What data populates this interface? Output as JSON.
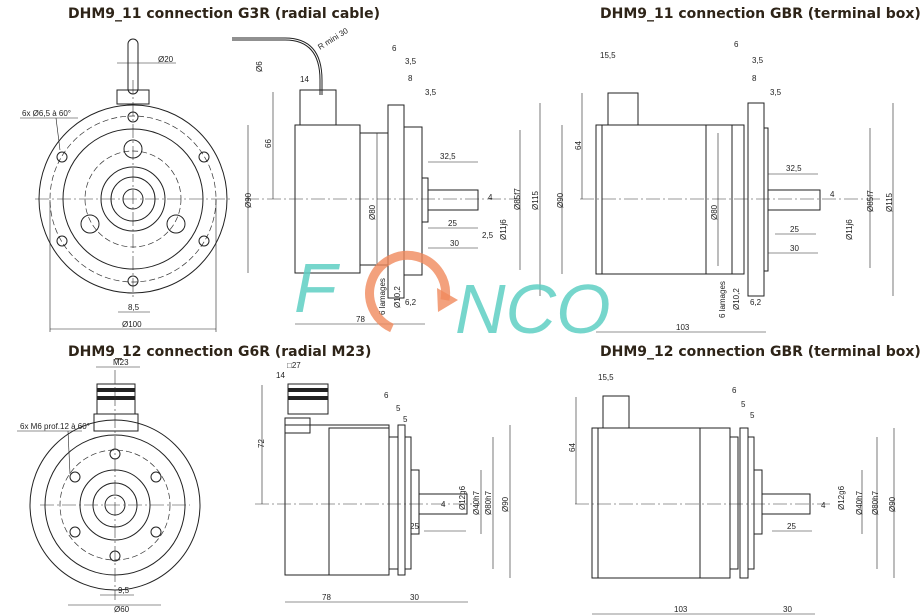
{
  "panels": {
    "a_title": "DHM9_11 connection G3R (radial cable)",
    "c_title": "DHM9_11 connection GBR (terminal box)",
    "d_title": "DHM9_12 connection G6R (radial M23)",
    "f_title": "DHM9_12 connection GBR (terminal box)"
  },
  "g3r_front": {
    "cable_dia": "Ø20",
    "holes": "6x Ø6,5 à 60°",
    "key": "8,5",
    "dia": "Ø100"
  },
  "g3r_side": {
    "cable": "Ø6",
    "bend": "R mini 30",
    "gland": "14",
    "d6": "6",
    "d35a": "3,5",
    "d8": "8",
    "d35b": "3,5",
    "h66": "66",
    "d90": "Ø90",
    "d80": "Ø80",
    "l325": "32,5",
    "d85": "Ø85f7",
    "d115": "Ø115",
    "k4": "4",
    "d11": "Ø11j6",
    "l25": "25",
    "l30": "30",
    "l25b": "2,5",
    "lamages": "6 lamages",
    "d102": "Ø10,2",
    "l62": "6,2",
    "l78": "78"
  },
  "gbr11_side": {
    "box": "15,5",
    "d6": "6",
    "d35a": "3,5",
    "d8": "8",
    "d35b": "3,5",
    "h64": "64",
    "d90": "Ø90",
    "d80": "Ø80",
    "l325": "32,5",
    "k4": "4",
    "d85": "Ø85f7",
    "d115": "Ø115",
    "d11": "Ø11j6",
    "l25": "25",
    "l30": "30",
    "lamages": "6 lamages",
    "d102": "Ø10,2",
    "l62": "6,2",
    "l103": "103"
  },
  "g6r_front": {
    "conn": "M23",
    "holes": "6x M6 prof.12 à 60°",
    "key": "9,5",
    "dia": "Ø60"
  },
  "g6r_side": {
    "sq": "□27",
    "l14": "14",
    "h72": "72",
    "d6": "6",
    "d5a": "5",
    "d5b": "5",
    "d12": "Ø12g6",
    "k4": "4",
    "d40": "Ø40h7",
    "d80": "Ø80h7",
    "d90": "Ø90",
    "l25": "25",
    "l78": "78",
    "l30": "30"
  },
  "gbr12_side": {
    "box": "15,5",
    "d6": "6",
    "d5a": "5",
    "d5b": "5",
    "h64": "64",
    "d12": "Ø12g6",
    "k4": "4",
    "d40": "Ø40h7",
    "d80": "Ø80h7",
    "d90": "Ø90",
    "l25": "25",
    "l103": "103",
    "l30": "30"
  },
  "watermark": {
    "text_f": "F",
    "text_nco": "NCO",
    "logo": "FENCO",
    "teal": "#5fcfc4",
    "orange": "#f08a5d"
  }
}
